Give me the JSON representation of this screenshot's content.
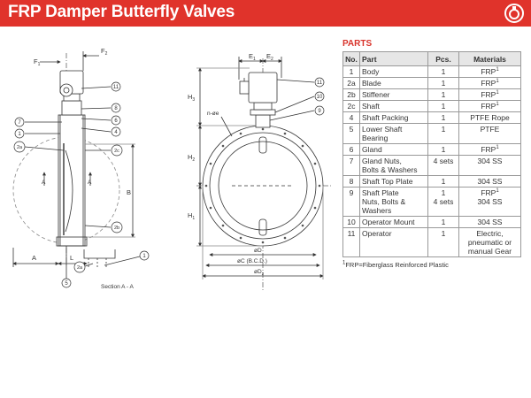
{
  "header": {
    "title": "FRP Damper Butterfly Valves",
    "logo_icon": "company-logo-icon",
    "bg_color": "#e0332b"
  },
  "drawing": {
    "side_view": {
      "dims": {
        "f1": "F",
        "f1_sub": "1",
        "f2": "F",
        "f2_sub": "2",
        "a": "A",
        "l": "L",
        "b": "B"
      },
      "callouts": [
        "11",
        "8",
        "6",
        "4",
        "7",
        "1",
        "2a",
        "2c",
        "2b",
        "5"
      ],
      "section_a_markers": [
        "A",
        "A"
      ],
      "section_detail_callouts": [
        "2a",
        "1"
      ],
      "section_label": "Section A - A"
    },
    "front_view": {
      "dims": {
        "e1": "E",
        "e1_sub": "1",
        "e2": "E",
        "e2_sub": "2",
        "h3": "H",
        "h3_sub": "3",
        "h2": "H",
        "h2_sub": "2",
        "h1": "H",
        "h1_sub": "1",
        "n_holes": "n-øe",
        "d": "øD",
        "c": "øC (B.C.D.)",
        "d2": "øD",
        "d2_sub": "2"
      },
      "callouts": [
        "11",
        "10",
        "9"
      ]
    }
  },
  "parts": {
    "title": "PARTS",
    "headers": {
      "no": "No.",
      "part": "Part",
      "pcs": "Pcs.",
      "materials": "Materials"
    },
    "rows": [
      {
        "no": "1",
        "part": [
          "Body"
        ],
        "pcs": [
          "1"
        ],
        "mat": [
          "FRP"
        ],
        "sup": "1"
      },
      {
        "no": "2a",
        "part": [
          "Blade"
        ],
        "pcs": [
          "1"
        ],
        "mat": [
          "FRP"
        ],
        "sup": "1"
      },
      {
        "no": "2b",
        "part": [
          "Stiffener"
        ],
        "pcs": [
          "1"
        ],
        "mat": [
          "FRP"
        ],
        "sup": "1"
      },
      {
        "no": "2c",
        "part": [
          "Shaft"
        ],
        "pcs": [
          "1"
        ],
        "mat": [
          "FRP"
        ],
        "sup": "1"
      },
      {
        "no": "4",
        "part": [
          "Shaft Packing"
        ],
        "pcs": [
          "1"
        ],
        "mat": [
          "PTFE Rope"
        ],
        "sup": ""
      },
      {
        "no": "5",
        "part": [
          "Lower Shaft",
          "Bearing"
        ],
        "pcs": [
          "1"
        ],
        "mat": [
          "PTFE"
        ],
        "sup": ""
      },
      {
        "no": "6",
        "part": [
          "Gland"
        ],
        "pcs": [
          "1"
        ],
        "mat": [
          "FRP"
        ],
        "sup": "1"
      },
      {
        "no": "7",
        "part": [
          "Gland Nuts,",
          "Bolts & Washers"
        ],
        "pcs": [
          "4 sets"
        ],
        "mat": [
          "304 SS"
        ],
        "sup": ""
      },
      {
        "no": "8",
        "part": [
          "Shaft Top Plate"
        ],
        "pcs": [
          "1"
        ],
        "mat": [
          "304 SS"
        ],
        "sup": ""
      },
      {
        "no": "9",
        "part": [
          "Shaft Plate",
          "Nuts, Bolts &",
          "Washers"
        ],
        "pcs": [
          "1",
          "4 sets"
        ],
        "mat": [
          "FRP",
          "304 SS"
        ],
        "sup": "1"
      },
      {
        "no": "10",
        "part": [
          "Operator Mount"
        ],
        "pcs": [
          "1"
        ],
        "mat": [
          "304 SS"
        ],
        "sup": ""
      },
      {
        "no": "11",
        "part": [
          "Operator"
        ],
        "pcs": [
          "1"
        ],
        "mat": [
          "Electric,",
          "pneumatic or",
          "manual Gear"
        ],
        "sup": ""
      }
    ],
    "footnote_sup": "1",
    "footnote": "FRP=Fiberglass Reinforced Plastic"
  }
}
